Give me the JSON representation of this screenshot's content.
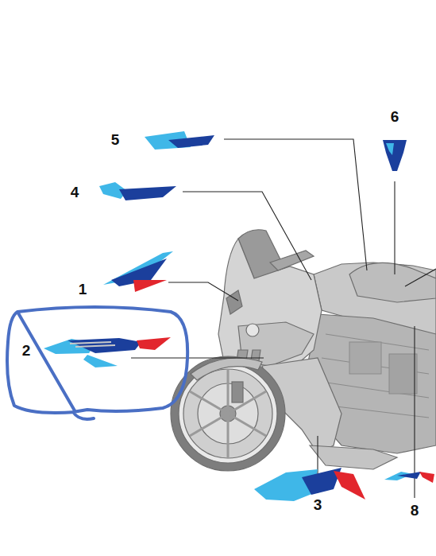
{
  "diagram": {
    "labels": [
      "5",
      "6",
      "4",
      "1",
      "2",
      "3",
      "8"
    ]
  }
}
